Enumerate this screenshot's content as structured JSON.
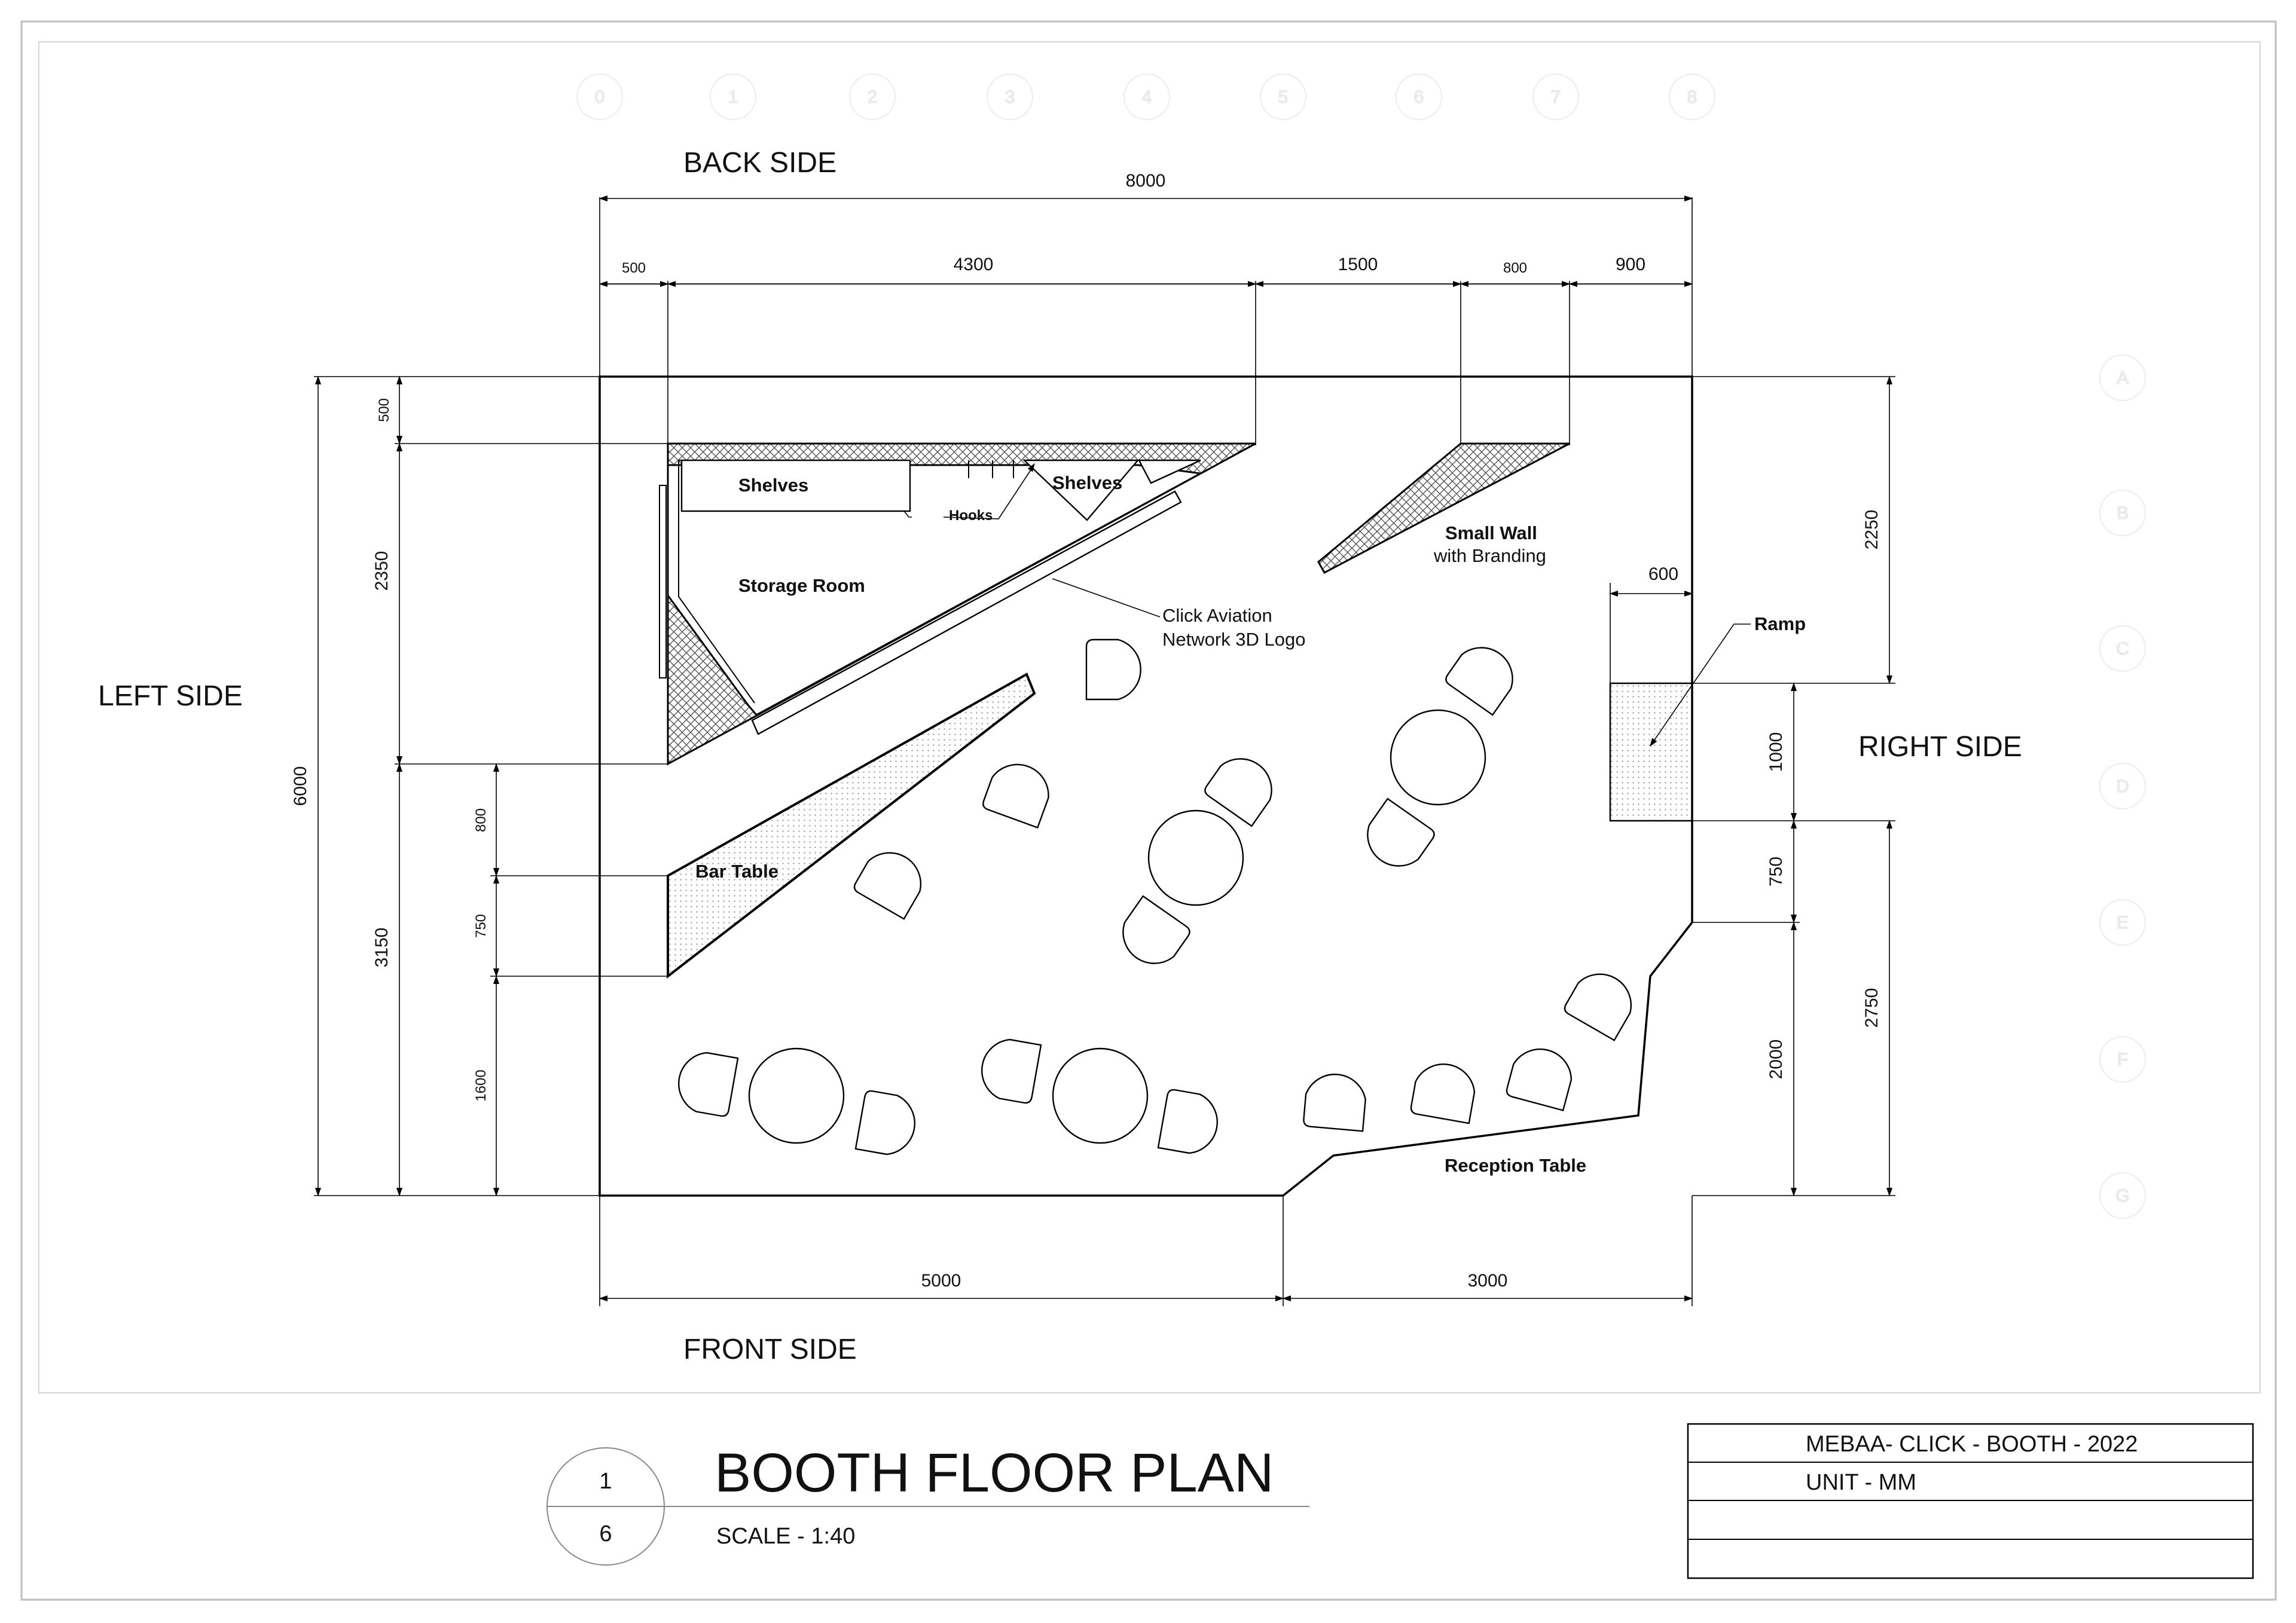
{
  "sides": {
    "back": "BACK SIDE",
    "front": "FRONT SIDE",
    "left": "LEFT SIDE",
    "right": "RIGHT SIDE"
  },
  "dimensions": {
    "top_total": "8000",
    "top_segments": [
      "500",
      "4300",
      "1500",
      "800",
      "900"
    ],
    "bottom_segments": [
      "5000",
      "3000"
    ],
    "left_total": "6000",
    "left_segments": [
      "500",
      "2350",
      "3150"
    ],
    "bar_segments": [
      "800",
      "750",
      "1600"
    ],
    "right_outer": [
      "2250",
      "2750"
    ],
    "right_inner": [
      "1000",
      "750",
      "2000"
    ],
    "ramp_width": "600"
  },
  "labels": {
    "shelves_left": "Shelves",
    "shelves_right": "Shelves",
    "hooks": "Hooks",
    "storage_room": "Storage Room",
    "logo_line1": "Click Aviation",
    "logo_line2": "Network 3D Logo",
    "small_wall_line1": "Small Wall",
    "small_wall_line2": "with Branding",
    "ramp": "Ramp",
    "bar_table": "Bar Table",
    "reception_table": "Reception Table"
  },
  "grid": {
    "columns": [
      "0",
      "1",
      "2",
      "3",
      "4",
      "5",
      "6",
      "7",
      "8"
    ],
    "rows": [
      "A",
      "B",
      "C",
      "D",
      "E",
      "F",
      "G"
    ]
  },
  "title_block": {
    "drawing_number": "1",
    "sheet_number": "6",
    "title": "BOOTH FLOOR PLAN",
    "scale": "SCALE - 1:40",
    "project": "MEBAA- CLICK - BOOTH - 2022",
    "unit": "UNIT - MM"
  },
  "colors": {
    "line": "#000000",
    "grid_bubble": "#e6e6e6",
    "hatch": "#555555"
  }
}
